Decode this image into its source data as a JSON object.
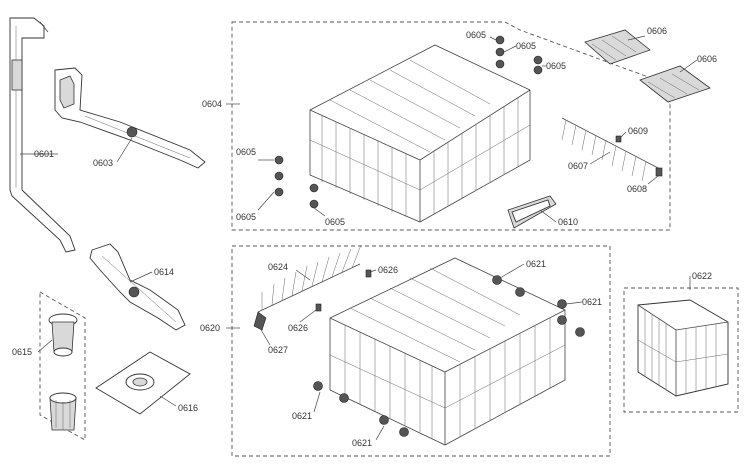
{
  "diagram": {
    "labels": [
      {
        "id": "l0601",
        "text": "0601"
      },
      {
        "id": "l0603",
        "text": "0603"
      },
      {
        "id": "l0604",
        "text": "0604"
      },
      {
        "id": "l0605a",
        "text": "0605"
      },
      {
        "id": "l0605b",
        "text": "0605"
      },
      {
        "id": "l0605c",
        "text": "0605"
      },
      {
        "id": "l0605d",
        "text": "0605"
      },
      {
        "id": "l0605e",
        "text": "0605"
      },
      {
        "id": "l0605f",
        "text": "0605"
      },
      {
        "id": "l0606a",
        "text": "0606"
      },
      {
        "id": "l0606b",
        "text": "0606"
      },
      {
        "id": "l0607",
        "text": "0607"
      },
      {
        "id": "l0608",
        "text": "0608"
      },
      {
        "id": "l0609",
        "text": "0609"
      },
      {
        "id": "l0610",
        "text": "0610"
      },
      {
        "id": "l0614",
        "text": "0614"
      },
      {
        "id": "l0615",
        "text": "0615"
      },
      {
        "id": "l0616",
        "text": "0616"
      },
      {
        "id": "l0620",
        "text": "0620"
      },
      {
        "id": "l0621a",
        "text": "0621"
      },
      {
        "id": "l0621b",
        "text": "0621"
      },
      {
        "id": "l0621c",
        "text": "0621"
      },
      {
        "id": "l0621d",
        "text": "0621"
      },
      {
        "id": "l0622",
        "text": "0622"
      },
      {
        "id": "l0624",
        "text": "0624"
      },
      {
        "id": "l0626a",
        "text": "0626"
      },
      {
        "id": "l0626b",
        "text": "0626"
      },
      {
        "id": "l0627",
        "text": "0627"
      }
    ]
  }
}
